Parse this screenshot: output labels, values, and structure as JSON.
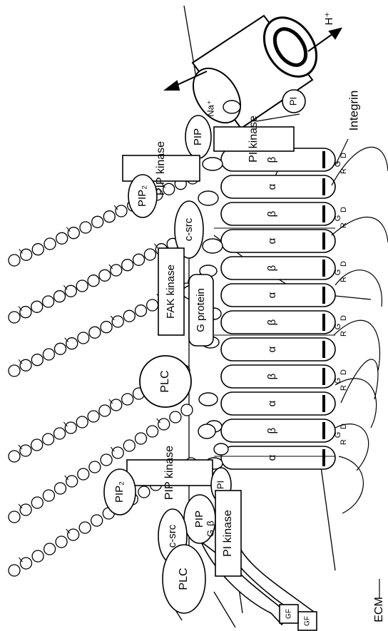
{
  "labels": {
    "h_plus": "H⁺",
    "na_plus": "Na⁺",
    "integrin": "Integrin",
    "ecm": "ECM",
    "pi_top": "PI",
    "pi_kinase_top": "PI kinase",
    "pip_top": "PIP",
    "pip_kinase_top": "PIP kinase",
    "pip2_top": "PIP₂",
    "c_src_top": "c-src",
    "fak_kinase": "FAK kinase",
    "g_protein": "G protein",
    "plc_center": "PLC",
    "pip_kinase_bottom": "PIP kinase",
    "pip2_bottom": "PIP₂",
    "pi_bottom": "PI",
    "pip_bottom": "PIP",
    "pi_kinase_bottom": "PI kinase",
    "c_src_bottom": "c-src",
    "plc_bottom": "PLC",
    "g_small": "G",
    "beta_small": "β",
    "gf": "GF",
    "alpha": "α",
    "beta": "β",
    "rgd_r": "R",
    "rgd_g": "G",
    "rgd_d": "D"
  },
  "integrin_subunits": [
    "β",
    "α",
    "β",
    "α",
    "β",
    "α",
    "β",
    "α",
    "β",
    "α",
    "β",
    "α"
  ],
  "colors": {
    "stroke": "#000000",
    "fill": "#ffffff"
  }
}
